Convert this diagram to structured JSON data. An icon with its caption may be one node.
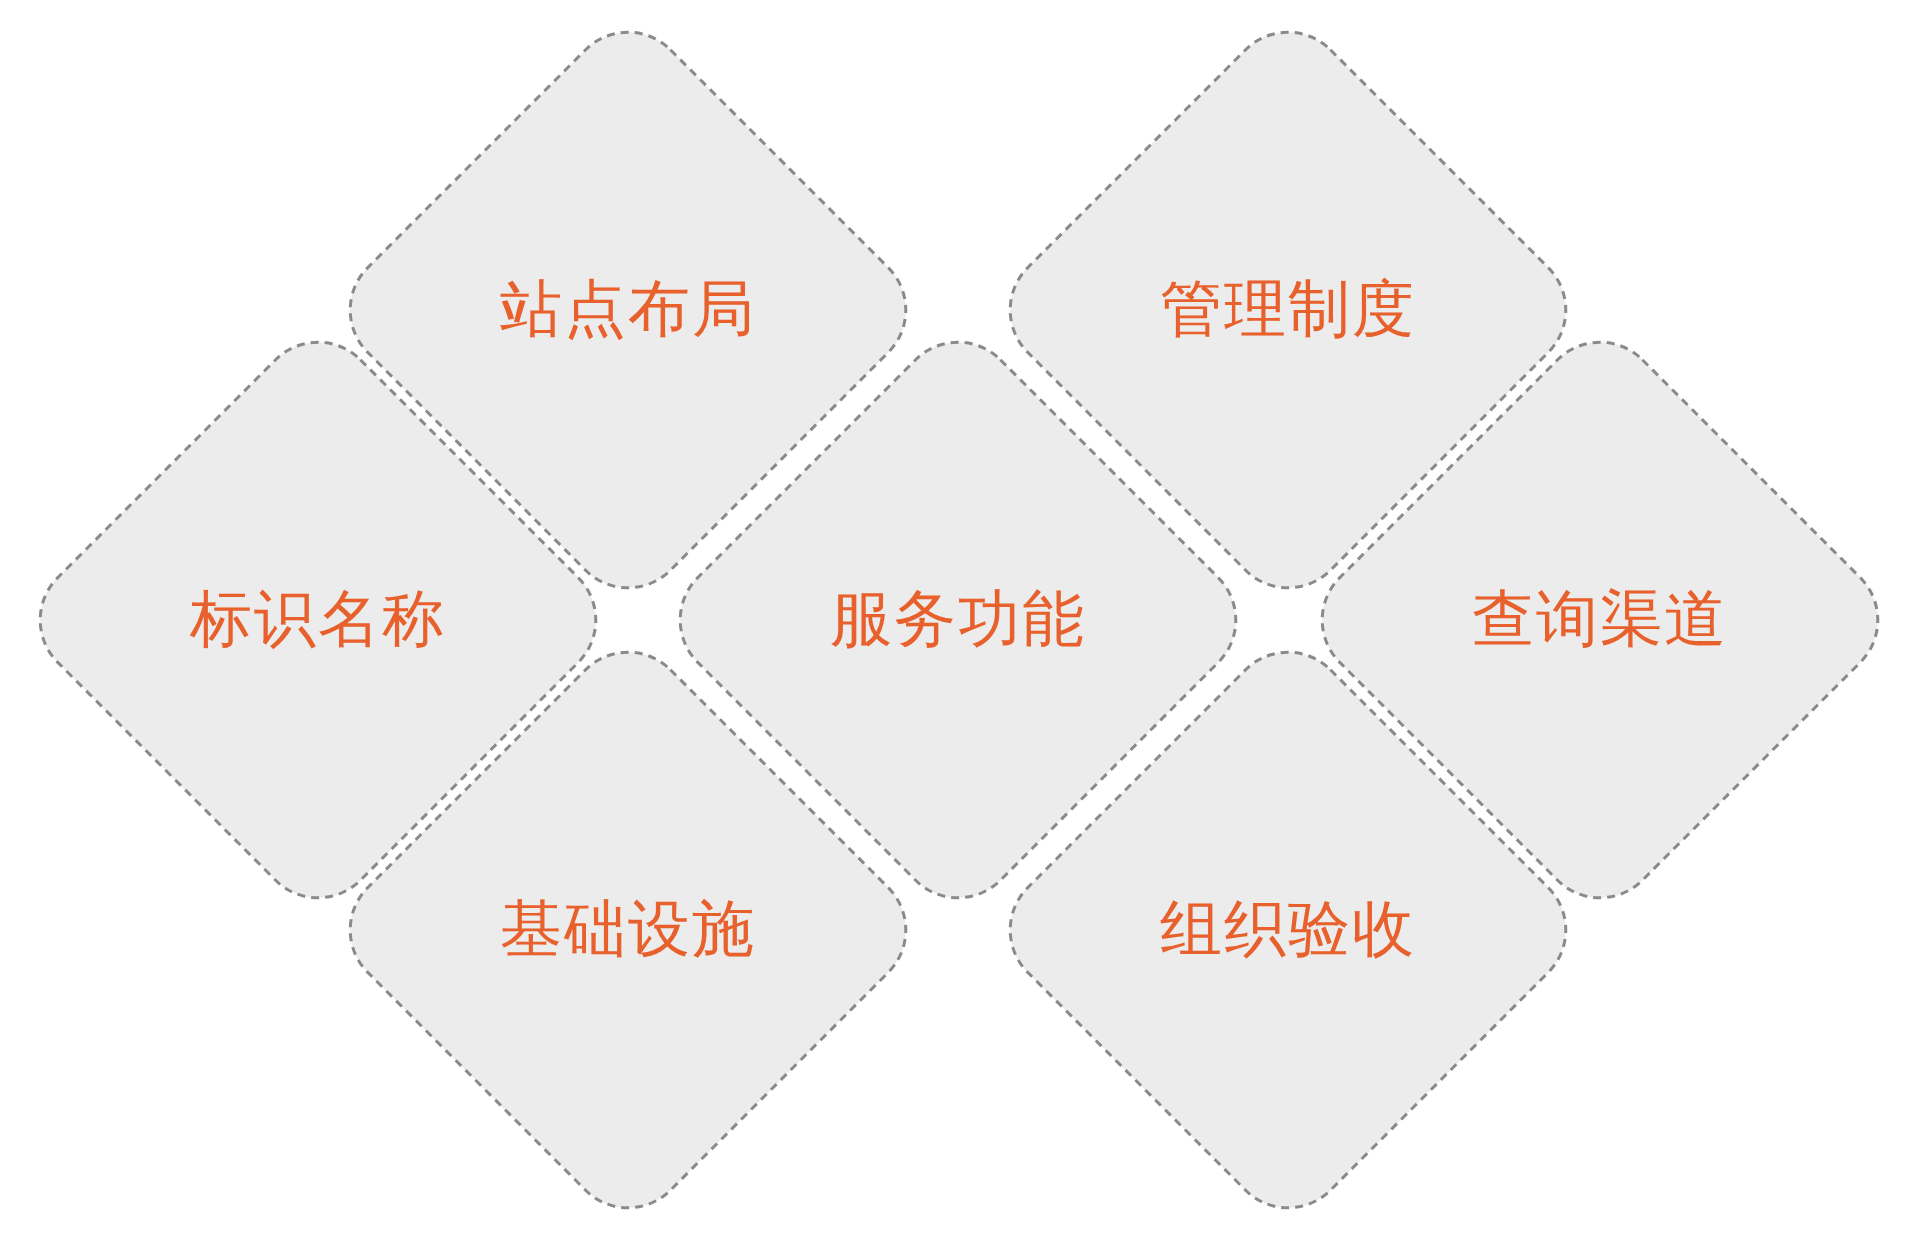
{
  "diagram": {
    "nodes": [
      {
        "text": [
          "站点布局"
        ]
      },
      {
        "text": [
          "管理制度"
        ]
      },
      {
        "text": [
          "标识名称"
        ]
      },
      {
        "text": [
          "服务功能"
        ]
      },
      {
        "text": [
          "查询渠道"
        ]
      },
      {
        "text": [
          "基础设施"
        ]
      },
      {
        "text": [
          "组织验收"
        ]
      }
    ]
  }
}
